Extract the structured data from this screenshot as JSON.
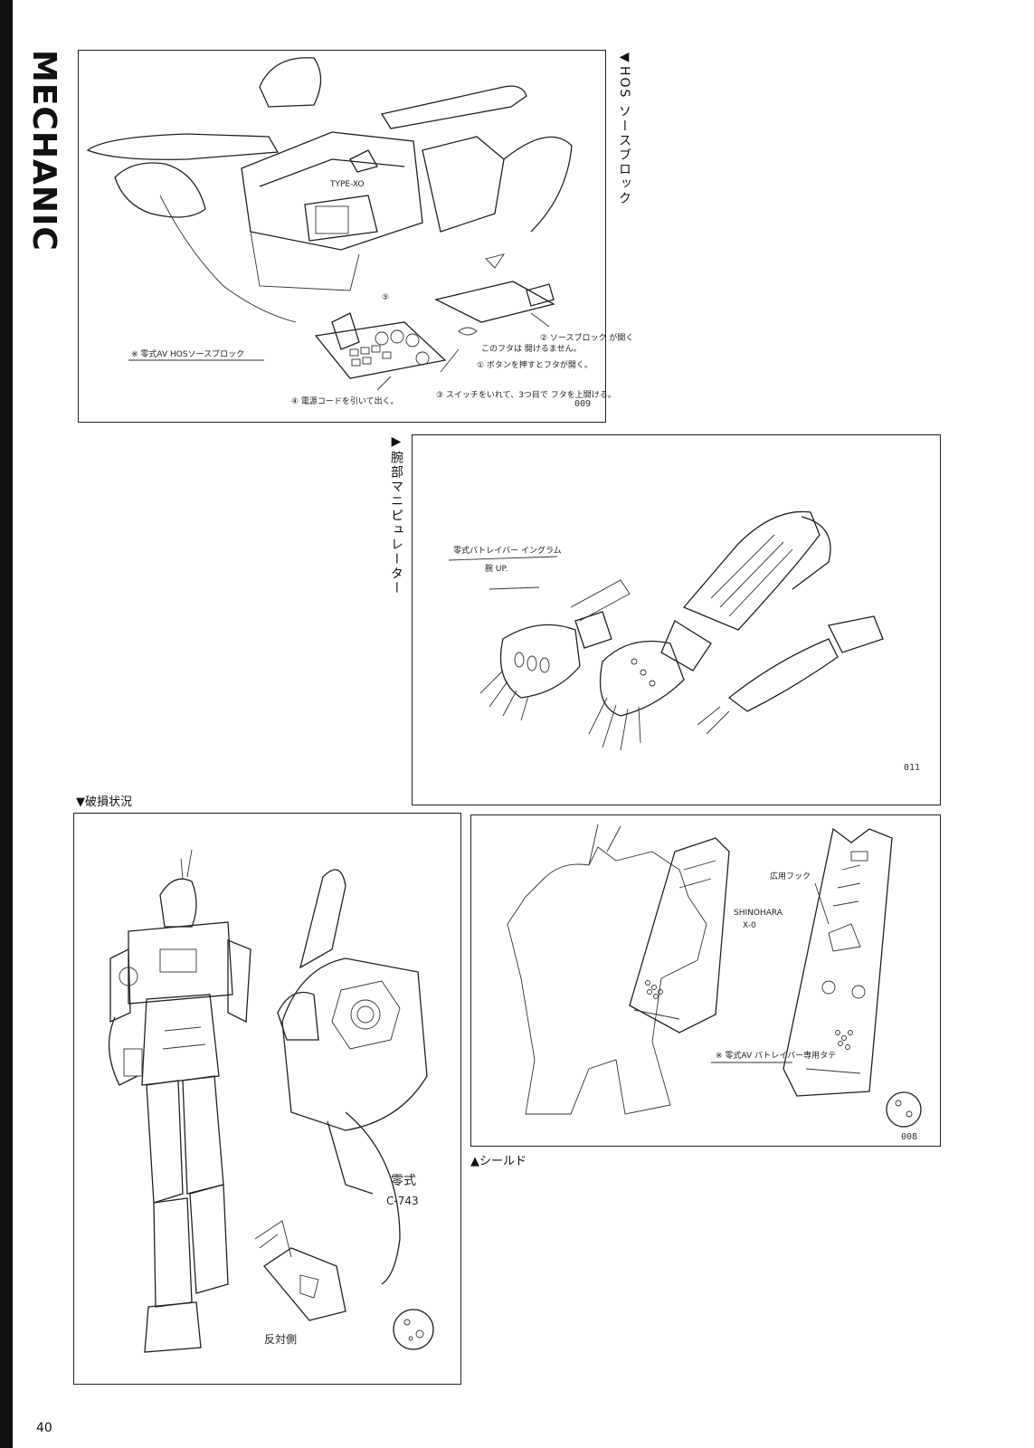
{
  "page": {
    "section_label": "MECHANIC",
    "page_number": "40"
  },
  "panels": {
    "hos": {
      "caption": "◀HOS ソースブロック",
      "number": "009",
      "notes": {
        "title": "※ 零式AV HOSソースブロック",
        "step1": "① ボタンを押すとフタが開く。",
        "step2": "このフタは 開けるません。",
        "step3": "③ スイッチをいれて、3つ目で フタを上開ける。",
        "step4": "④ 電源コードを引いて出く。",
        "step5": "⑤",
        "step6": "② ソースブロック が開く",
        "type_label": "TYPE-XO"
      }
    },
    "arm": {
      "caption": "▶腕部マニピュレーター",
      "number": "011",
      "notes": {
        "title": "零式パトレイバー イングラム",
        "subtitle": "腕 UP."
      }
    },
    "damage": {
      "caption": "▼破損状況",
      "notes": {
        "label1": "零式",
        "label2": "C-743",
        "label3": "反対側"
      }
    },
    "shield": {
      "caption": "▲シールド",
      "number": "008",
      "notes": {
        "hook": "広用フック",
        "shinohara": "SHINOHARA",
        "model": "X-0",
        "title": "※ 零式AV パトレイバー専用タテ"
      }
    }
  }
}
